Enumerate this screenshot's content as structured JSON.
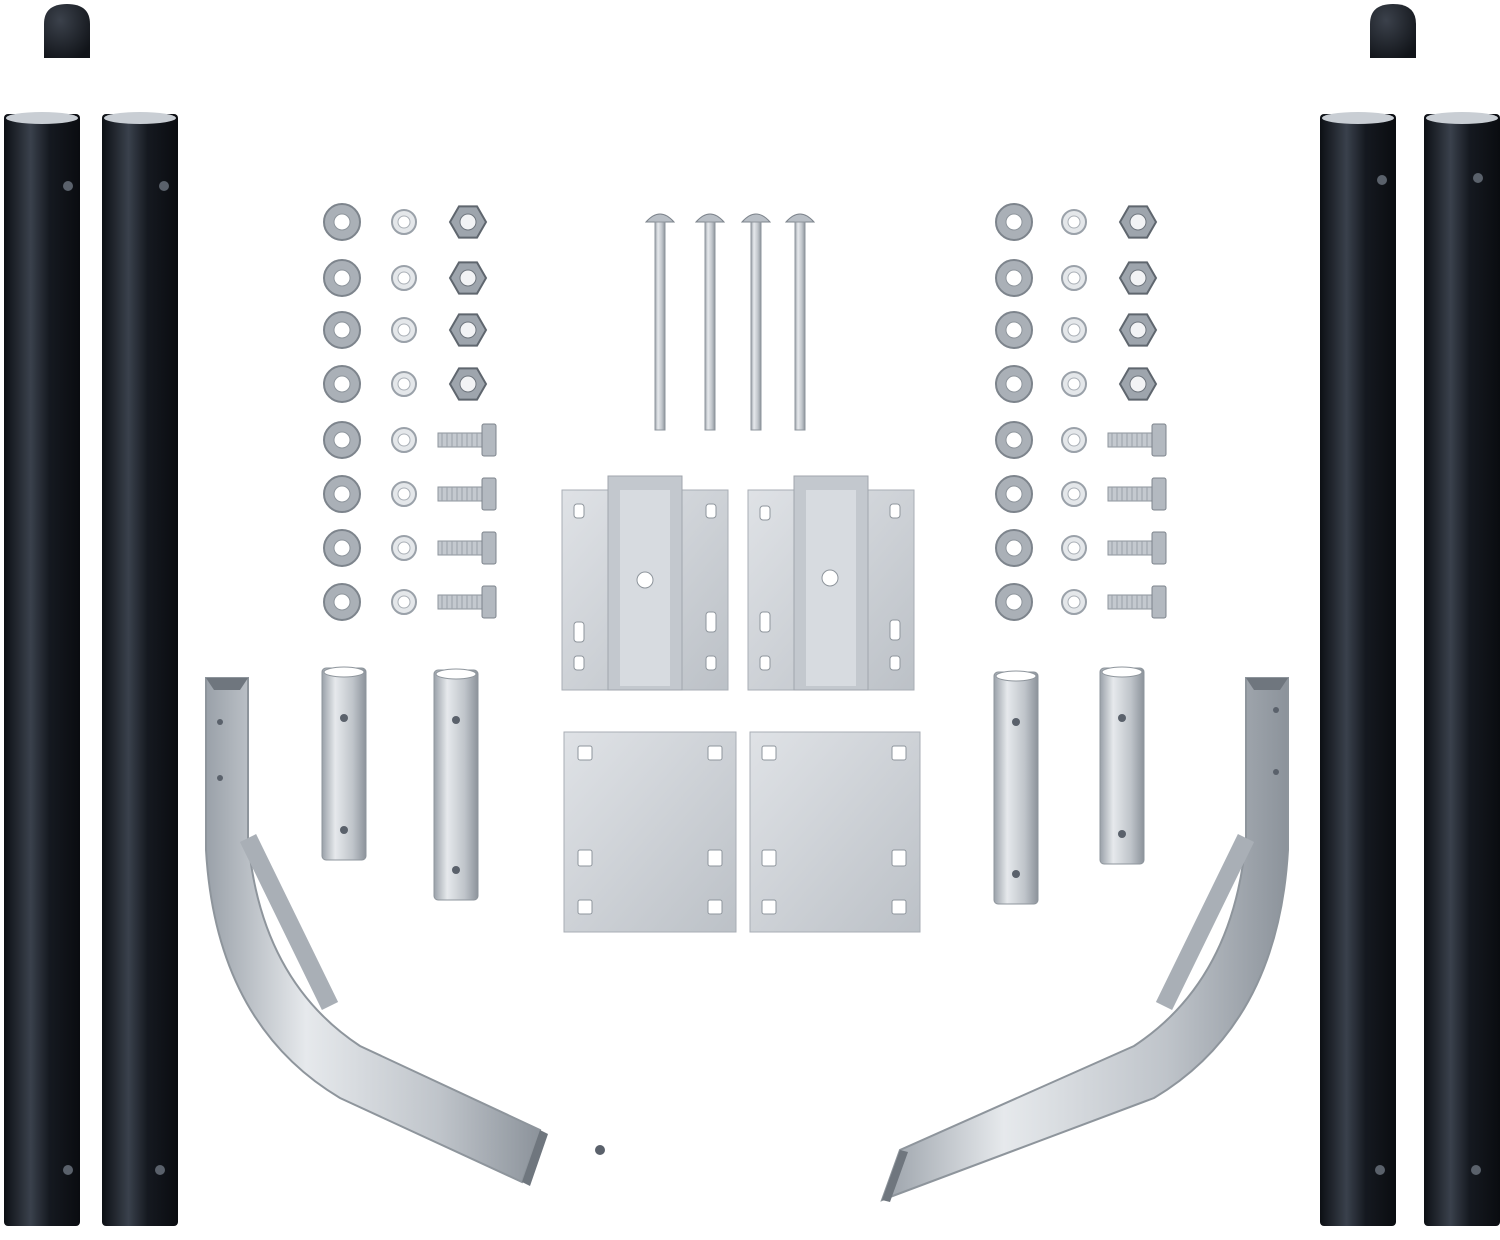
{
  "colors": {
    "background": "#ffffff",
    "post_black": "#14181f",
    "post_highlight": "#3a414c",
    "cap_black": "#1b1f26",
    "steel_light": "#d9dde2",
    "steel_mid": "#b4bac1",
    "steel_dark": "#7d848c",
    "zinc": "#c8cdd3"
  },
  "parts": {
    "guide_posts": {
      "icon": "black-tube-icon",
      "count": 4
    },
    "post_caps": {
      "icon": "round-cap-icon",
      "count": 2
    },
    "washers": {
      "icon": "flat-washer-icon",
      "count": 16
    },
    "lock_washers": {
      "icon": "lock-washer-icon",
      "count": 16
    },
    "hex_nuts": {
      "icon": "hex-nut-icon",
      "count": 8
    },
    "hex_bolts": {
      "icon": "hex-bolt-icon",
      "count": 8
    },
    "carriage_bolts": {
      "icon": "carriage-bolt-icon",
      "count": 4
    },
    "u_brackets": {
      "icon": "u-bracket-icon",
      "count": 2
    },
    "flat_plates": {
      "icon": "flat-plate-icon",
      "count": 2
    },
    "sleeves": {
      "icon": "sleeve-tube-icon",
      "count": 4
    },
    "arms": {
      "icon": "bent-arm-icon",
      "count": 2
    }
  }
}
